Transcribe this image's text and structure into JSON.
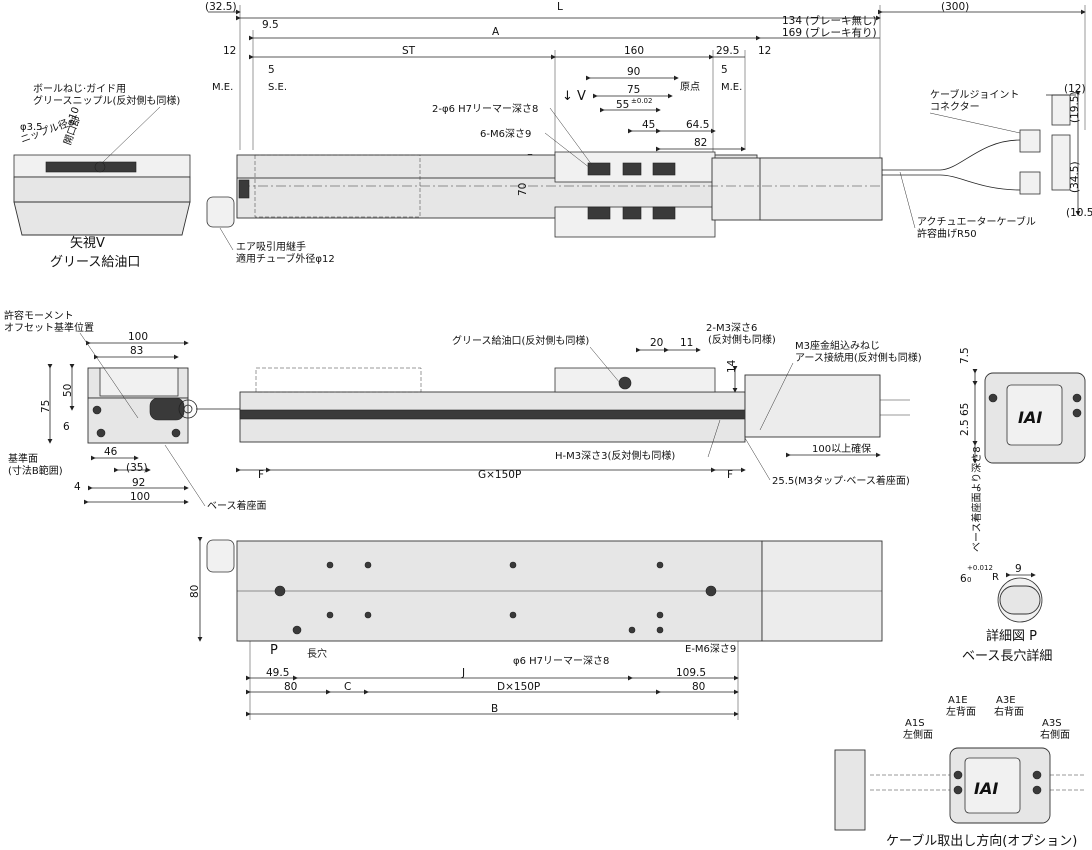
{
  "top": {
    "d_32_5": "(32.5)",
    "L": "L",
    "d_300": "(300)",
    "d_9_5": "9.5",
    "A": "A",
    "brake_none": "134 (ブレーキ無し)",
    "brake_yes": "169 (ブレーキ有り)",
    "d_12a": "12",
    "ST": "ST",
    "d_160": "160",
    "d_29_5": "29.5",
    "d_12b": "12",
    "ME_left": "M.E.",
    "d_5a": "5",
    "SE": "S.E.",
    "d_90": "90",
    "genten": "原点",
    "d_5b": "5",
    "ME_right": "M.E.",
    "arrowV": "↓ V",
    "d_75": "75",
    "d_55": "55",
    "tol_55": "±0.02",
    "d_45": "45",
    "d_64_5": "64.5",
    "d_82": "82",
    "reamer": "2-φ6 H7リーマー深さ8",
    "m6": "6-M6深さ9",
    "d_70": "70",
    "cable_joint": "ケーブルジョイント",
    "connector": "コネクター",
    "c12": "(12)",
    "c19_5": "(19.5)",
    "c34_5": "(34.5)",
    "c10_5": "(10.5)",
    "act_cable": "アクチュエーターケーブル",
    "bend": "許容曲げR50",
    "air1": "エア吸引用継手",
    "air2": "適用チューブ外径φ12"
  },
  "viewV": {
    "grease1": "ボールねじ·ガイド用",
    "grease2": "グリースニップル(反対側も同様)",
    "phi3_5": "φ3.5",
    "nipple": "ニップル径",
    "phi10": "φ10",
    "opening": "開口部",
    "title1": "矢視V",
    "title2": "グリース給油口"
  },
  "front": {
    "moment1": "許容モーメント",
    "moment2": "オフセット基準位置",
    "d_100a": "100",
    "d_83": "83",
    "d_75": "75",
    "d_50": "50",
    "d_6": "6",
    "ref1": "基準面",
    "ref2": "(寸法B範囲)",
    "d_46": "46",
    "d_35": "(35)",
    "d_92": "92",
    "d_4": "4",
    "d_100b": "100",
    "base": "ベース着座面"
  },
  "side": {
    "grease": "グリース給油口(反対側も同様)",
    "d_20": "20",
    "d_11": "11",
    "m3a": "2-M3深さ6",
    "m3b": "(反対側も同様)",
    "d_14": "14",
    "m3c": "M3座金組込みねじ",
    "m3d": "アース接続用(反対側も同様)",
    "d_100": "100以上確保",
    "hm3": "H-M3深さ3(反対側も同様)",
    "F1": "F",
    "G": "G×150P",
    "F2": "F",
    "tap": "25.5(M3タップ·ベース着座面)"
  },
  "endview": {
    "d_7_5": "7.5",
    "d_65": "65",
    "d_2_5": "2.5",
    "logo": "IAI"
  },
  "detail": {
    "depth": "ベース着座面より深さ8",
    "d_6": "6",
    "tol": "+0.012",
    "tol0": "0",
    "d_9": "9",
    "R": "R",
    "title1": "詳細図 P",
    "title2": "ベース長穴詳細"
  },
  "bottom": {
    "d_80v": "80",
    "P": "P",
    "slot": "長穴",
    "reamer": "φ6 H7リーマー深さ8",
    "m6": "E-M6深さ9",
    "d_49_5": "49.5",
    "J": "J",
    "d_109_5": "109.5",
    "d_80a": "80",
    "C": "C",
    "D": "D×150P",
    "d_80b": "80",
    "B": "B"
  },
  "option": {
    "a1e1": "A1E",
    "a1e2": "左背面",
    "a3e1": "A3E",
    "a3e2": "右背面",
    "a1s1": "A1S",
    "a1s2": "左側面",
    "a3s1": "A3S",
    "a3s2": "右側面",
    "logo": "IAI",
    "title": "ケーブル取出し方向(オプション)"
  }
}
